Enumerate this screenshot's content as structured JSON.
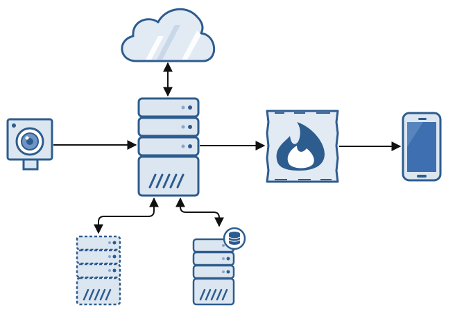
{
  "nodes": [
    {
      "id": "cloud",
      "icon": "cloud-icon"
    },
    {
      "id": "camera",
      "icon": "camera-icon"
    },
    {
      "id": "server",
      "icon": "server-icon"
    },
    {
      "id": "firewall",
      "icon": "firewall-icon"
    },
    {
      "id": "phone",
      "icon": "smartphone-icon"
    },
    {
      "id": "virtual-server",
      "icon": "virtual-server-icon"
    },
    {
      "id": "database-server",
      "icon": "database-server-icon"
    }
  ],
  "edges": [
    {
      "from": "server",
      "to": "cloud",
      "direction": "both"
    },
    {
      "from": "camera",
      "to": "server",
      "direction": "forward"
    },
    {
      "from": "server",
      "to": "firewall",
      "direction": "forward"
    },
    {
      "from": "firewall",
      "to": "phone",
      "direction": "forward"
    },
    {
      "from": "server",
      "to": "virtual-server",
      "direction": "both"
    },
    {
      "from": "server",
      "to": "database-server",
      "direction": "both"
    }
  ],
  "colors": {
    "stroke": "#2d5c8e",
    "fill_light": "#dce6f1",
    "fill_mid": "#c3d3e6",
    "accent": "#3b6ea9",
    "screen": "#3e6fb0",
    "arrow": "#111111",
    "white": "#ffffff"
  }
}
